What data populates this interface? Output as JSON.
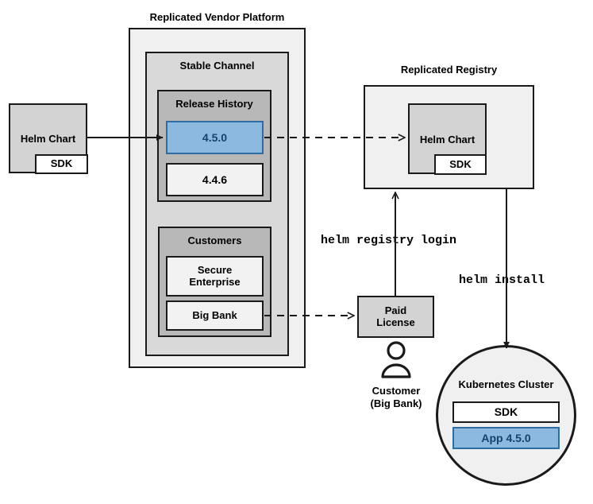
{
  "diagram": {
    "title_vendor_platform": "Replicated Vendor Platform",
    "title_registry": "Replicated Registry",
    "groups": {
      "stable_channel": "Stable Channel",
      "release_history": "Release History",
      "customers": "Customers"
    },
    "nodes": {
      "helm_chart_source": "Helm Chart",
      "helm_chart_source_sdk": "SDK",
      "release_current": "4.5.0",
      "release_previous": "4.4.6",
      "customer_secure_enterprise": "Secure\nEnterprise",
      "customer_big_bank": "Big Bank",
      "registry_helm_chart": "Helm Chart",
      "registry_helm_chart_sdk": "SDK",
      "paid_license": "Paid\nLicense",
      "customer_person": "Customer\n(Big Bank)",
      "kubernetes_cluster": "Kubernetes Cluster",
      "cluster_sdk": "SDK",
      "cluster_app": "App 4.5.0"
    },
    "commands": {
      "registry_login": "helm registry login",
      "install": "helm install"
    },
    "colors": {
      "highlight_fill": "#8cb9e0",
      "highlight_border": "#2e6da4",
      "highlight_text": "#15416e",
      "group_outer": "#f0f0f0",
      "group_mid": "#d9d9d9",
      "group_inner": "#b8b8b8",
      "node_gray": "#d3d3d3",
      "stroke": "#1a1a1a"
    }
  }
}
